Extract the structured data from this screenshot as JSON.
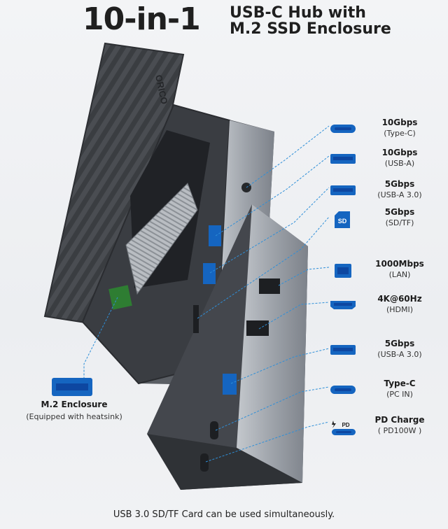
{
  "title": {
    "big": "10-in-1",
    "line1": "USB-C Hub with",
    "line2": "M.2 SSD Enclosure"
  },
  "brand": "ORICO",
  "ports": [
    {
      "label": "10Gbps",
      "sub": "(Type-C)",
      "icon": "usb-c-icon"
    },
    {
      "label": "10Gbps",
      "sub": "(USB-A)",
      "icon": "usb-a-icon"
    },
    {
      "label": "5Gbps",
      "sub": "(USB-A 3.0)",
      "icon": "usb-a-icon"
    },
    {
      "label": "5Gbps",
      "sub": "(SD/TF)",
      "icon": "sd-card-icon",
      "icon_text": "SD"
    },
    {
      "label": "1000Mbps",
      "sub": "(LAN)",
      "icon": "ethernet-icon"
    },
    {
      "label": "4K@60Hz",
      "sub": "(HDMI)",
      "icon": "hdmi-icon"
    },
    {
      "label": "5Gbps",
      "sub": "(USB-A 3.0)",
      "icon": "usb-a-icon"
    },
    {
      "label": "Type-C",
      "sub": "(PC IN)",
      "icon": "usb-c-icon"
    },
    {
      "label": "PD Charge",
      "sub": "( PD100W )",
      "icon": "pd-usb-c-icon",
      "icon_text": "PD"
    }
  ],
  "enclosure": {
    "label": "M.2 Enclosure",
    "sub": "(Equipped with heatsink)"
  },
  "footer": "USB 3.0 SD/TF Card can be used simultaneously.",
  "colors": {
    "accent": "#1565c0",
    "body": "#9aa0a8",
    "panel": "#3a3d42",
    "leader": "#2f8fd8"
  }
}
